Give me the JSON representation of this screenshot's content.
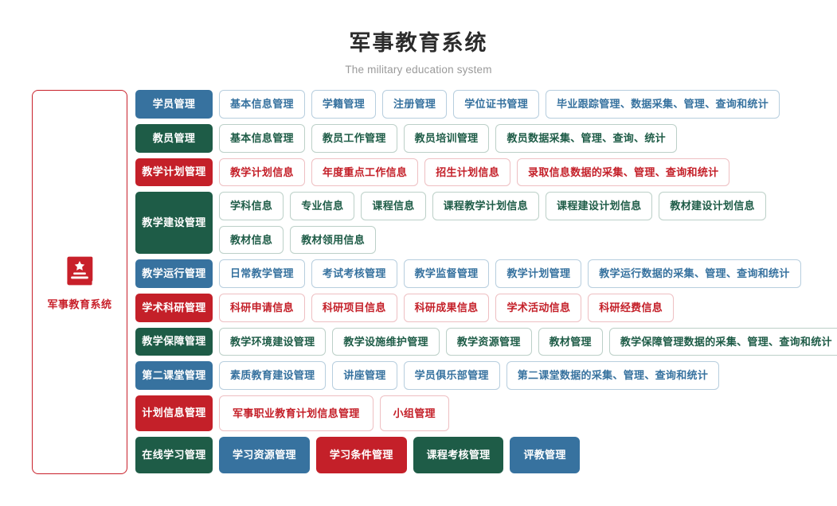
{
  "header": {
    "title": "军事教育系统",
    "subtitle": "The military education system"
  },
  "brand": {
    "icon": "book-star-icon",
    "label": "军事教育系统",
    "border_color": "#c8202a",
    "icon_color": "#c8202a"
  },
  "colors": {
    "blue": "#37729f",
    "green": "#1e5c47",
    "red": "#c42029",
    "title": "#2b2b2b",
    "subtitle": "#9a9a9a"
  },
  "rows": [
    {
      "category": "学员管理",
      "color": "blue",
      "lines": [
        [
          "基本信息管理",
          "学籍管理",
          "注册管理",
          "学位证书管理",
          "毕业跟踪管理、数据采集、管理、查询和统计"
        ]
      ]
    },
    {
      "category": "教员管理",
      "color": "green",
      "lines": [
        [
          "基本信息管理",
          "教员工作管理",
          "教员培训管理",
          "教员数据采集、管理、查询、统计"
        ]
      ]
    },
    {
      "category": "教学计划管理",
      "color": "red",
      "lines": [
        [
          "教学计划信息",
          "年度重点工作信息",
          "招生计划信息",
          "录取信息数据的采集、管理、查询和统计"
        ]
      ]
    },
    {
      "category": "教学建设管理",
      "color": "green",
      "lines": [
        [
          "学科信息",
          "专业信息",
          "课程信息",
          "课程教学计划信息",
          "课程建设计划信息",
          "教材建设计划信息"
        ],
        [
          "教材信息",
          "教材领用信息"
        ]
      ]
    },
    {
      "category": "教学运行管理",
      "color": "blue",
      "lines": [
        [
          "日常教学管理",
          "考试考核管理",
          "教学监督管理",
          "教学计划管理",
          "教学运行数据的采集、管理、查询和统计"
        ]
      ]
    },
    {
      "category": "学术科研管理",
      "color": "red",
      "lines": [
        [
          "科研申请信息",
          "科研项目信息",
          "科研成果信息",
          "学术活动信息",
          "科研经费信息"
        ]
      ]
    },
    {
      "category": "教学保障管理",
      "color": "green",
      "lines": [
        [
          "教学环境建设管理",
          "教学设施维护管理",
          "教学资源管理",
          "教材管理",
          "教学保障管理数据的采集、管理、查询和统计"
        ]
      ]
    },
    {
      "category": "第二课堂管理",
      "color": "blue",
      "lines": [
        [
          "素质教育建设管理",
          "讲座管理",
          "学员俱乐部管理",
          "第二课堂数据的采集、管理、查询和统计"
        ]
      ]
    },
    {
      "category": "计划信息管理",
      "color": "red",
      "tall": true,
      "lines": [
        [
          "军事职业教育计划信息管理",
          "小组管理"
        ]
      ]
    },
    {
      "category": "在线学习管理",
      "color": "green",
      "tall": true,
      "filled_subs": true,
      "lines": [
        [
          "学习资源管理",
          "学习条件管理",
          "课程考核管理",
          "评教管理"
        ]
      ],
      "sub_colors": [
        [
          "blue",
          "red",
          "green",
          "blue"
        ]
      ]
    }
  ]
}
